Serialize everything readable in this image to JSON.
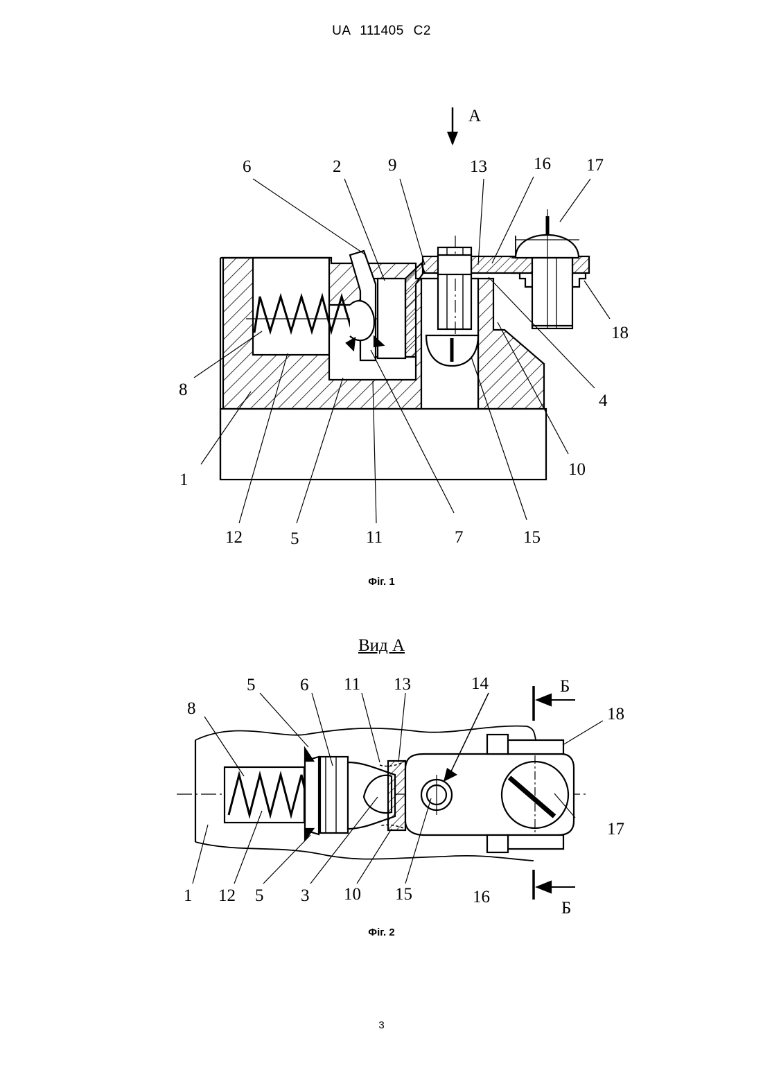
{
  "header": {
    "patent_id": "UA   111405   C2"
  },
  "fig1": {
    "caption": "Фіг. 1",
    "view_marker": "A",
    "labels": {
      "l6": "6",
      "l2": "2",
      "l9": "9",
      "l13": "13",
      "l16": "16",
      "l17": "17",
      "l18": "18",
      "l8": "8",
      "l4": "4",
      "l1": "1",
      "l10": "10",
      "l12": "12",
      "l5": "5",
      "l11": "11",
      "l7": "7",
      "l15": "15"
    }
  },
  "fig2": {
    "caption": "Фіг. 2",
    "view_title": "Вид А",
    "section_marker": "Б",
    "labels": {
      "t5": "5",
      "t6": "6",
      "t11": "11",
      "t13": "13",
      "t14": "14",
      "t18": "18",
      "t8": "8",
      "t17": "17",
      "b1": "1",
      "b12": "12",
      "b5": "5",
      "b3": "3",
      "b10": "10",
      "b15": "15",
      "b16": "16"
    }
  },
  "footer": {
    "page_number": "3"
  },
  "colors": {
    "ink": "#000000",
    "paper": "#ffffff"
  }
}
